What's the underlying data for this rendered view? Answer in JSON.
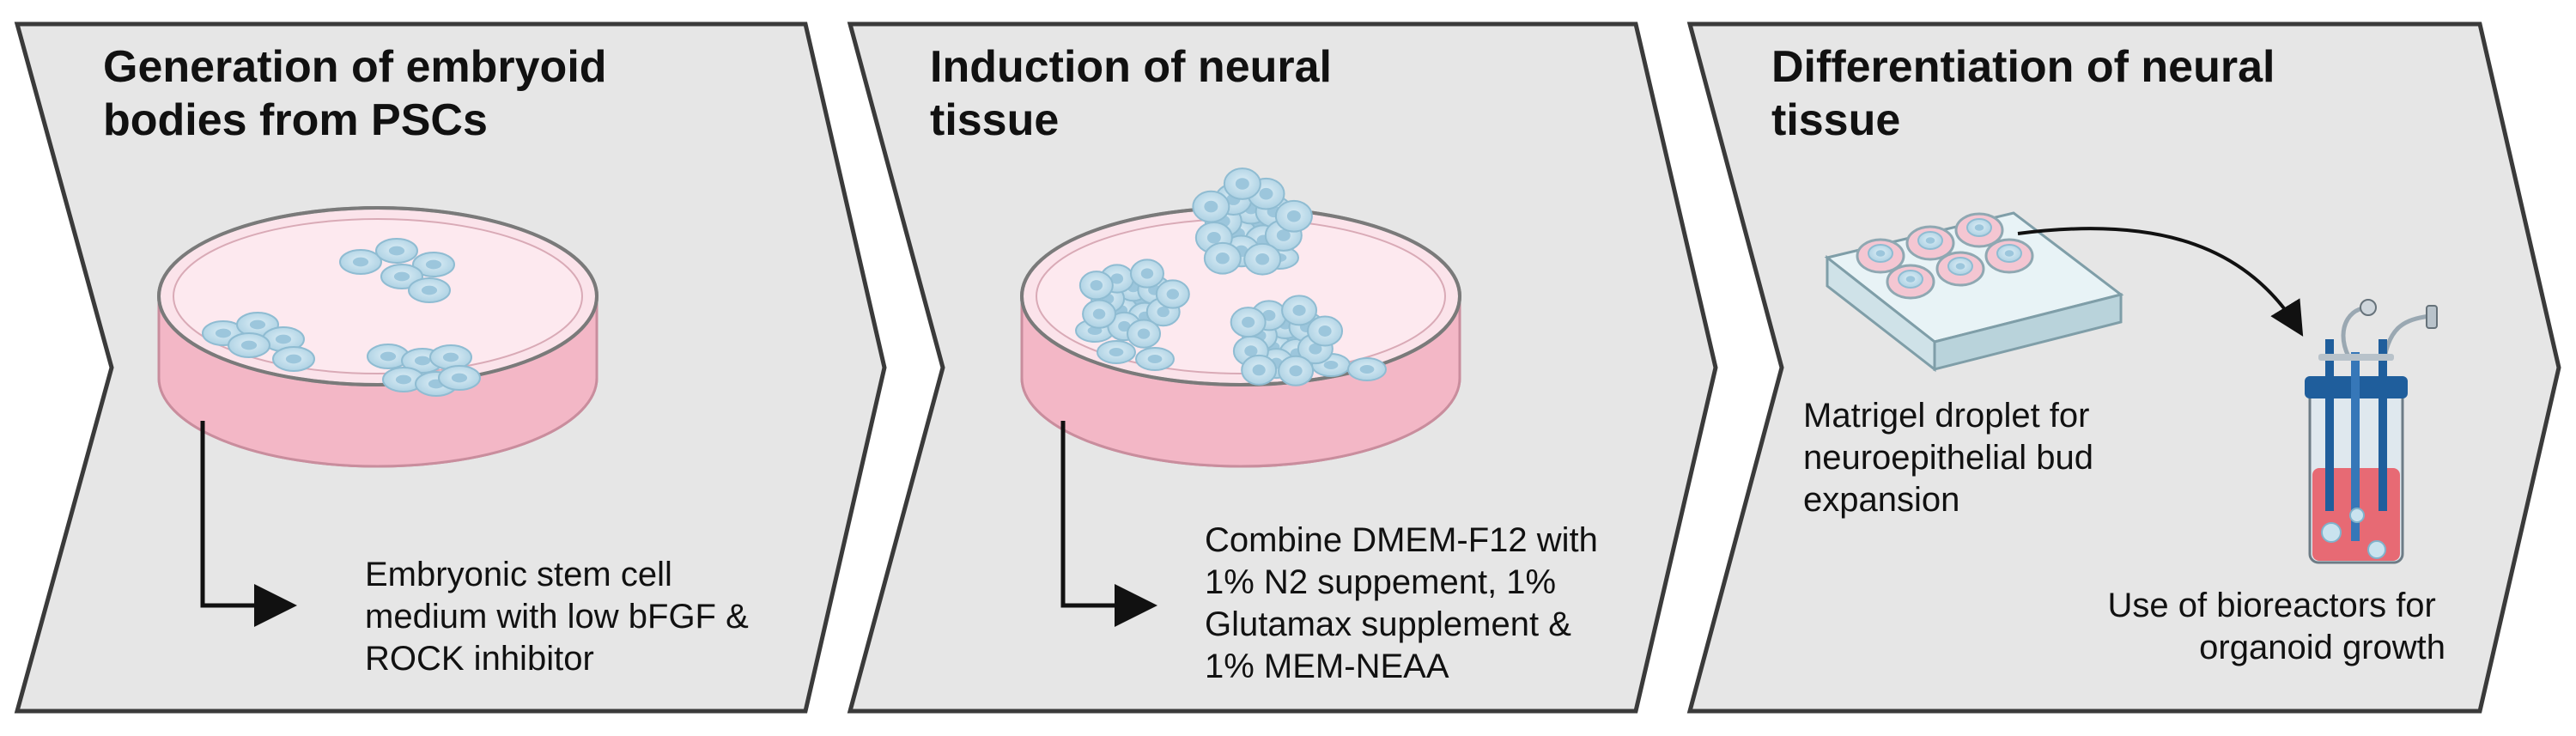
{
  "colors": {
    "panel_fill": "#e6e6e6",
    "panel_stroke": "#3a3a3a",
    "dish_medium": "#f7c9d4",
    "cell_fill": "#c9e3ef",
    "cell_nucleus": "#9cc6dc",
    "bioreactor_blue": "#1f5e9c",
    "bioreactor_medium": "#e76a74"
  },
  "panels": [
    {
      "title_lines": [
        "Generation of embryoid",
        "bodies from PSCs"
      ],
      "note_lines": [
        "Embryonic stem cell",
        "medium with low bFGF &",
        "ROCK inhibitor"
      ]
    },
    {
      "title_lines": [
        "Induction of neural",
        "tissue"
      ],
      "note_lines": [
        "Combine DMEM-F12 with",
        "1% N2 suppement, 1%",
        "Glutamax supplement &",
        "1% MEM-NEAA"
      ]
    },
    {
      "title_lines": [
        "Differentiation of neural",
        "tissue"
      ],
      "note_lines": [
        "Matrigel droplet for",
        "neuroepithelial bud",
        "expansion"
      ],
      "note2_lines": [
        "Use of bioreactors for",
        "organoid growth"
      ]
    }
  ]
}
